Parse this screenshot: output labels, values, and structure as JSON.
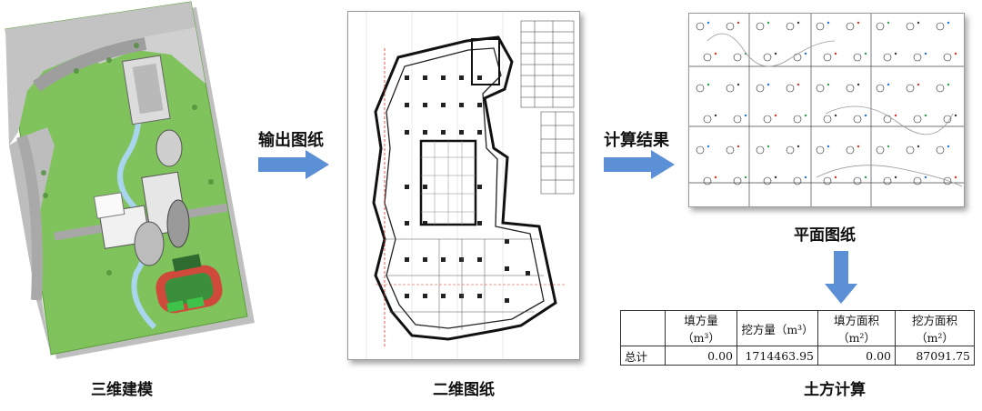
{
  "steps": {
    "model": {
      "caption": "三维建模"
    },
    "drawing2d": {
      "caption": "二维图纸"
    },
    "plan": {
      "caption": "平面图纸"
    },
    "calc": {
      "caption": "土方计算"
    }
  },
  "arrows": {
    "output": {
      "label": "输出图纸"
    },
    "compute": {
      "label": "计算结果"
    }
  },
  "table": {
    "headers": [
      "",
      "填方量（m³）",
      "挖方量（m³）",
      "填方面积（m²）",
      "挖方面积（m²）"
    ],
    "row_label": "总计",
    "values": [
      "0.00",
      "1714463.95",
      "0.00",
      "87091.75"
    ]
  },
  "colors": {
    "arrow": "#5b8fd6",
    "grass": "#72c152",
    "road": "#b7b7b7",
    "drawing_red": "#d8322a"
  }
}
